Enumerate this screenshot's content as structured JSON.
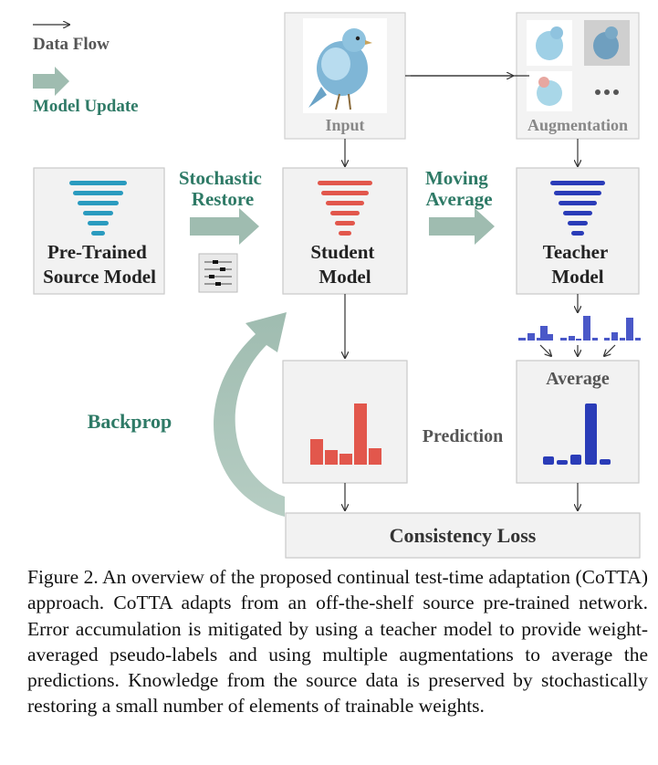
{
  "legend": {
    "data_flow_label": "Data Flow",
    "model_update_label": "Model Update"
  },
  "nodes": {
    "input_label": "Input",
    "augmentation_label": "Augmentation",
    "source_model_label": [
      "Pre-Trained",
      "Source Model"
    ],
    "student_model_label": [
      "Student",
      "Model"
    ],
    "teacher_model_label": [
      "Teacher",
      "Model"
    ],
    "prediction_label": "Prediction",
    "average_label": "Average",
    "consistency_loss_label": "Consistency Loss"
  },
  "edges": {
    "stochastic_restore_label": [
      "Stochastic",
      "Restore"
    ],
    "moving_average_label": [
      "Moving",
      "Average"
    ],
    "backprop_label": "Backprop"
  },
  "icons": {
    "source_model": "funnel-icon",
    "student_model": "funnel-icon",
    "teacher_model": "funnel-icon",
    "restore_mask": "weight-mask-icon",
    "input_image": "bird-image",
    "augmented_images": "augmented-bird-image"
  },
  "colors": {
    "source_model": "#2a9bbf",
    "student_model": "#e2574c",
    "teacher_model": "#2a3cb8",
    "model_update_arrow": "#9fbcb0",
    "model_update_text": "#2e7a66",
    "box_fill": "#f2f2f2",
    "box_border": "#c9c9c9"
  },
  "caption": "Figure 2.  An overview of the proposed continual test-time adaptation (CoTTA) approach.  CoTTA adapts from an off-the-shelf source pre-trained network. Error accumulation is mitigated by using a teacher model to provide weight-averaged pseudo-labels and using multiple augmentations to average the predictions. Knowledge from the source data is preserved by stochastically restoring a small number of elements of trainable weights."
}
